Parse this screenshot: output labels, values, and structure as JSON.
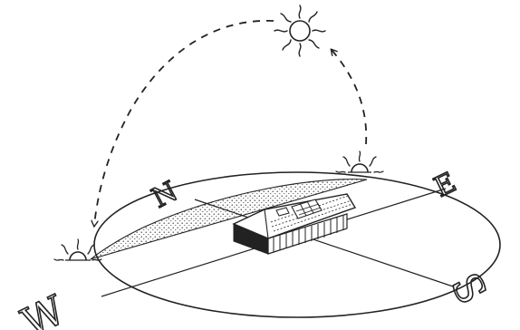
{
  "diagram": {
    "compass": {
      "north": "N",
      "east": "E",
      "south": "S",
      "west": "W"
    },
    "colors": {
      "ink": "#222222",
      "paper": "#ffffff",
      "shade_dots": "#333333"
    },
    "icons": [
      "sun-icon",
      "house-icon",
      "arrow-icon"
    ]
  }
}
